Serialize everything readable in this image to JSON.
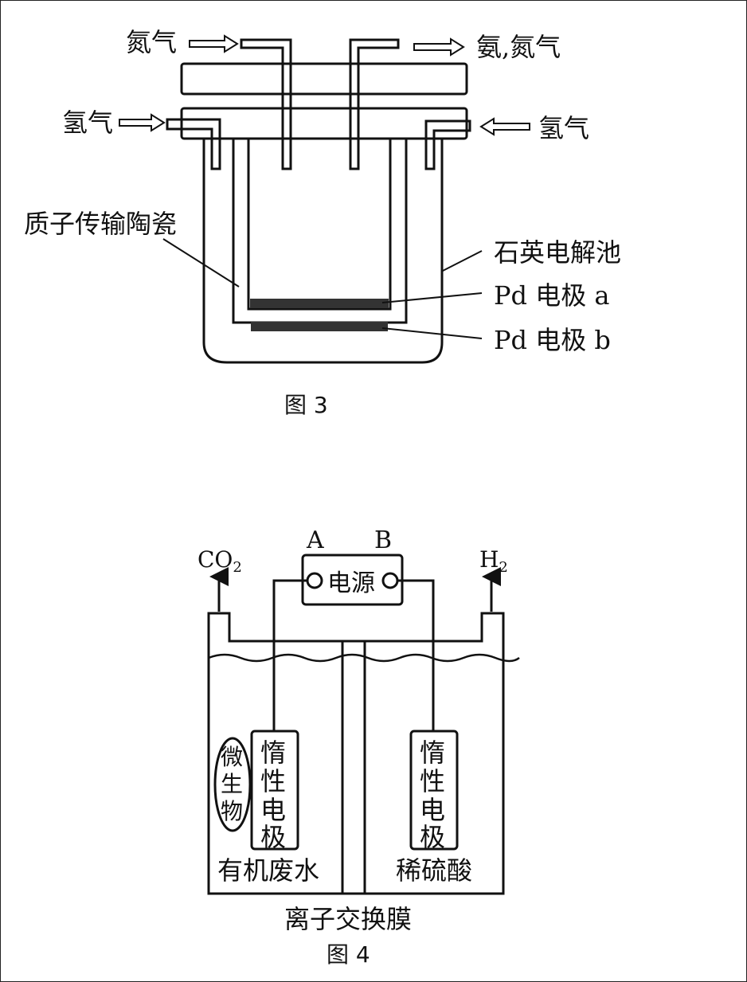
{
  "figure3": {
    "caption": "图 3",
    "inlet_n2": "氮气",
    "outlet_nh3_n2": "氨,氮气",
    "inlet_h2_left": "氢气",
    "inlet_h2_right": "氢气",
    "ceramic": "质子传输陶瓷",
    "quartz_cell": "石英电解池",
    "electrode_a": "Pd 电极 a",
    "electrode_b": "Pd 电极 b"
  },
  "figure4": {
    "caption": "图 4",
    "terminal_a": "A",
    "terminal_b": "B",
    "power_source": "电源",
    "gas_co2": "CO",
    "gas_co2_sub": "2",
    "gas_h2": "H",
    "gas_h2_sub": "2",
    "microbe_chars": [
      "微",
      "生",
      "物"
    ],
    "left_electrode_chars": [
      "惰",
      "性",
      "电",
      "极"
    ],
    "right_electrode_chars": [
      "惰",
      "性",
      "电",
      "极"
    ],
    "left_solution": "有机废水",
    "right_solution": "稀硫酸",
    "membrane": "离子交换膜"
  }
}
